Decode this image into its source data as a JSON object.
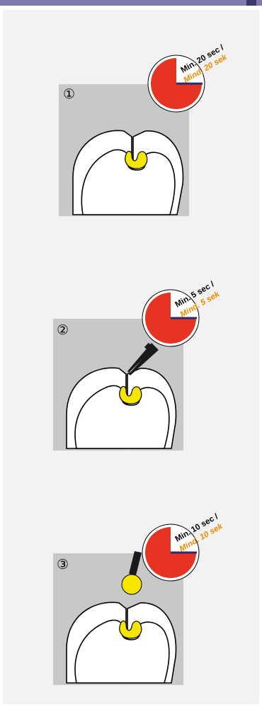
{
  "steps": [
    {
      "number": "①",
      "timer_en": "Min. 20 sec /",
      "timer_de": "Mind. 20 sek",
      "timer_fraction": 0.75,
      "tool": "none"
    },
    {
      "number": "②",
      "timer_en": "Min. 5 sec /",
      "timer_de": "Mind. 5 sek",
      "timer_fraction": 0.75,
      "tool": "tweezers"
    },
    {
      "number": "③",
      "timer_en": "Min. 10 sec /",
      "timer_de": "Mind. 10 sek",
      "timer_fraction": 0.75,
      "tool": "applicator-ball"
    }
  ],
  "colors": {
    "top_bar": "#7f7cad",
    "top_bar_end": "#3b3a6a",
    "panel_bg": "#f2f2f2",
    "scene_bg": "#c8c8c8",
    "timer_fill": "#e63323",
    "timer_hand": "#2b2a6b",
    "timer_label_de": "#f08a00",
    "material_yellow": "#f5e600"
  }
}
